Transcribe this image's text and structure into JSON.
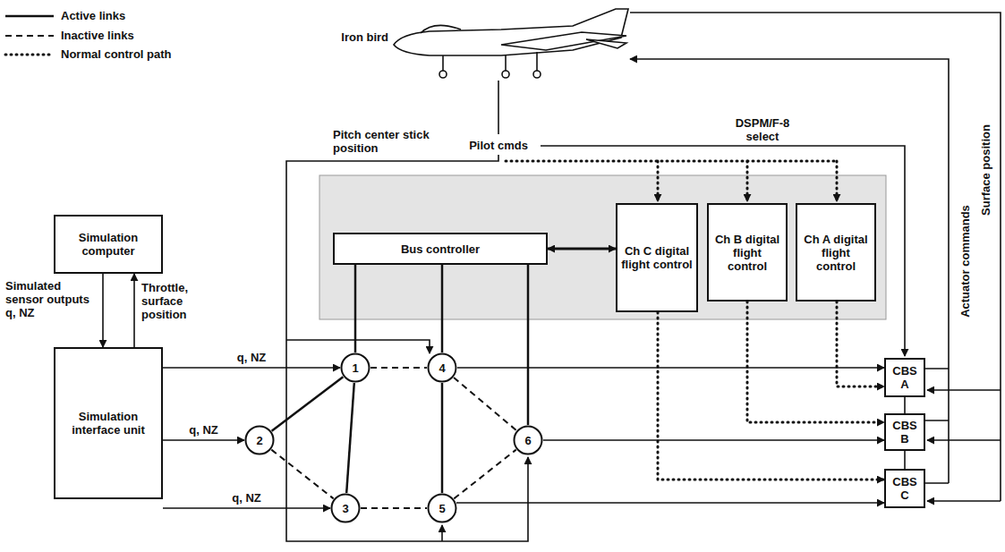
{
  "diagram": {
    "nodes": [
      {
        "text": [
          "Simulation computer"
        ]
      },
      {
        "text": [
          "Simulation interface unit"
        ]
      },
      {
        "text": [
          "Bus controller"
        ]
      },
      {
        "text": [
          "Ch C digital flight control"
        ]
      },
      {
        "text": [
          "Ch B digital flight control"
        ]
      },
      {
        "text": [
          "Ch A digital flight control"
        ]
      },
      {
        "text": [
          "1"
        ]
      },
      {
        "text": [
          "2"
        ]
      },
      {
        "text": [
          "3"
        ]
      },
      {
        "text": [
          "4"
        ]
      },
      {
        "text": [
          "5"
        ]
      },
      {
        "text": [
          "6"
        ]
      },
      {
        "text": [
          "CBS A"
        ]
      },
      {
        "text": [
          "CBS B"
        ]
      },
      {
        "text": [
          "CBS C"
        ]
      }
    ],
    "edges": [
      {
        "from": 0,
        "to": 1,
        "arrow": "to"
      },
      {
        "from": 1,
        "to": 0,
        "arrow": "to"
      },
      {
        "from": 1,
        "to": 6,
        "arrow": "to",
        "label": "q, NZ"
      },
      {
        "from": 1,
        "to": 7,
        "arrow": "to",
        "label": "q, NZ"
      },
      {
        "from": 1,
        "to": 8,
        "arrow": "to",
        "label": "q, NZ"
      },
      {
        "from": 6,
        "to": 7,
        "arrow": "none"
      },
      {
        "from": 7,
        "to": 8,
        "arrow": "none"
      },
      {
        "from": 6,
        "to": 8,
        "arrow": "none"
      },
      {
        "from": 6,
        "to": 9,
        "arrow": "none"
      },
      {
        "from": 8,
        "to": 10,
        "arrow": "none"
      },
      {
        "from": 9,
        "to": 11,
        "arrow": "none"
      },
      {
        "from": 10,
        "to": 11,
        "arrow": "none"
      },
      {
        "from": 9,
        "to": 10,
        "arrow": "none"
      },
      {
        "from": 2,
        "to": 6,
        "arrow": "none"
      },
      {
        "from": 2,
        "to": 9,
        "arrow": "none"
      },
      {
        "from": 2,
        "to": 11,
        "arrow": "none"
      },
      {
        "from": 2,
        "to": 3,
        "arrow": "both"
      },
      {
        "from": 3,
        "to": 14,
        "arrow": "to"
      },
      {
        "from": 4,
        "to": 13,
        "arrow": "to"
      },
      {
        "from": 5,
        "to": 12,
        "arrow": "to"
      },
      {
        "from": 9,
        "to": 12,
        "arrow": "to"
      },
      {
        "from": 11,
        "to": 13,
        "arrow": "to"
      },
      {
        "from": 10,
        "to": 14,
        "arrow": "to"
      },
      {
        "from": 12,
        "to": 13,
        "arrow": "none"
      },
      {
        "from": 13,
        "to": 14,
        "arrow": "none"
      }
    ],
    "labels": [
      "Iron bird",
      "Pilot cmds",
      "Pitch center stick position",
      "DSPM/F-8 select",
      "Actuator commands",
      "Surface position",
      "Simulated sensor outputs q, NZ",
      "Throttle, surface position"
    ],
    "legend": [
      {
        "text": "Active links"
      },
      {
        "text": "Inactive links"
      },
      {
        "text": "Normal control path"
      }
    ]
  }
}
